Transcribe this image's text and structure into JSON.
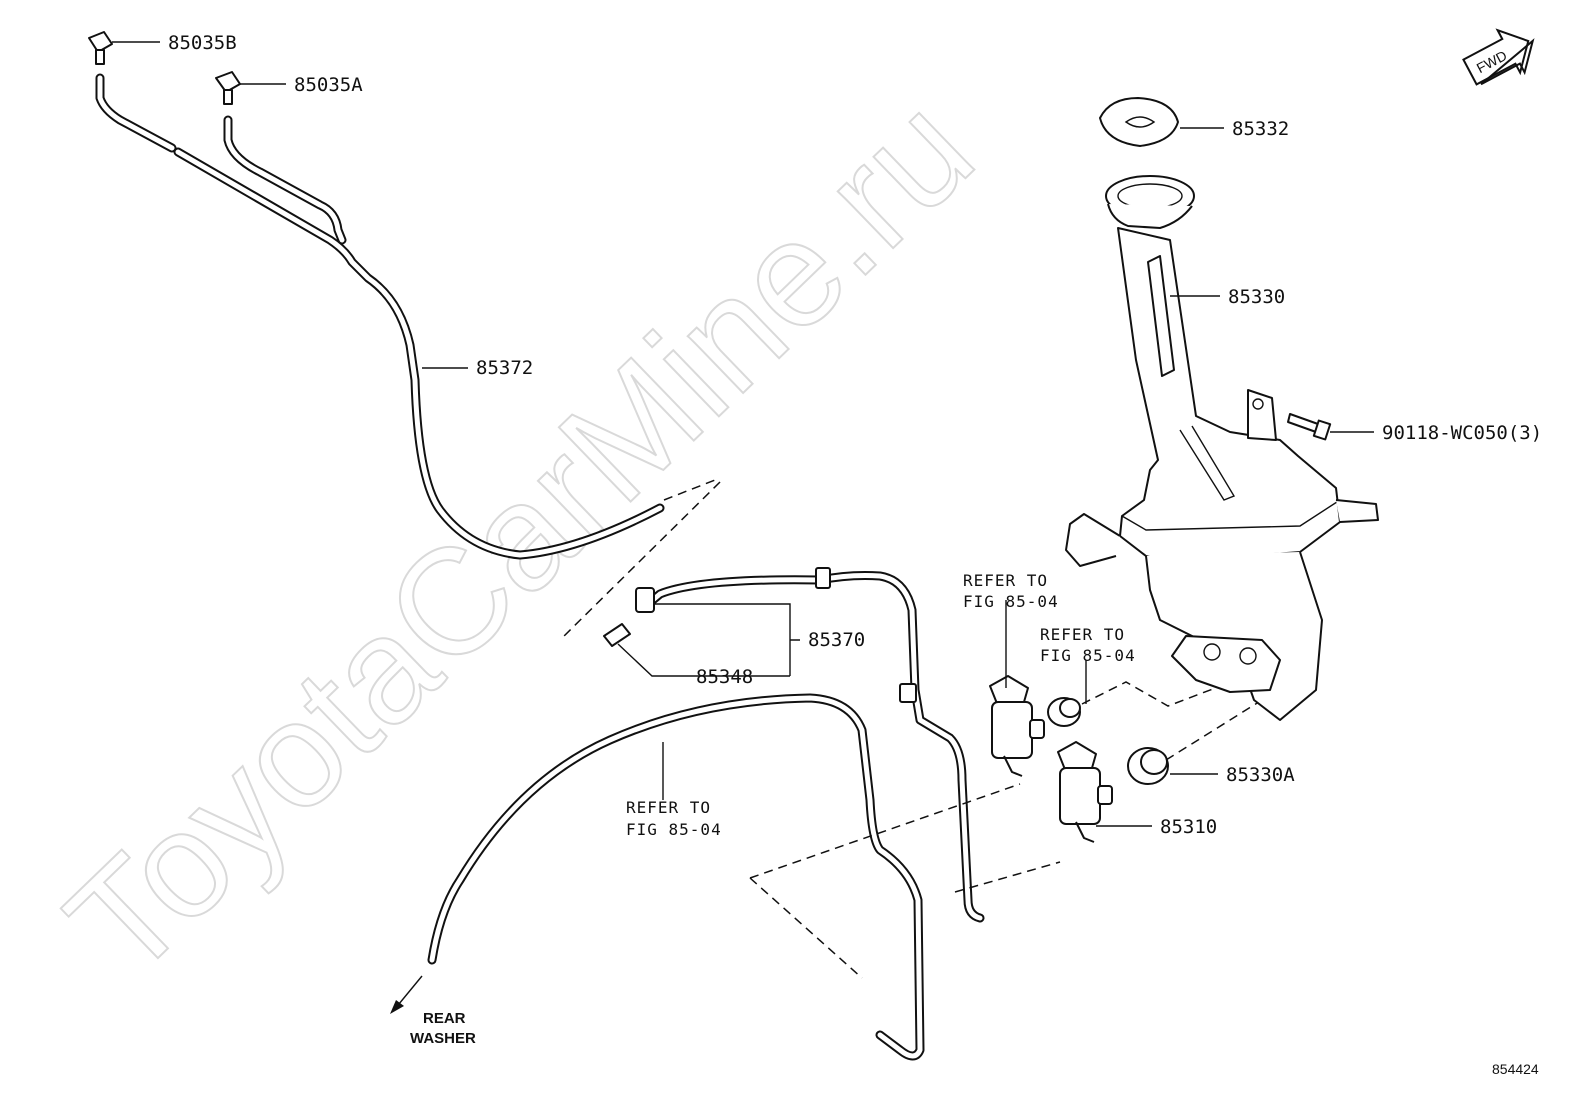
{
  "watermark": "ToyotaCarMine.ru",
  "fwd_badge": "FWD",
  "figure_number": "854424",
  "callouts": {
    "p85035B": "85035B",
    "p85035A": "85035A",
    "p85332": "85332",
    "p85330": "85330",
    "p90118": "90118-WC050(3)",
    "p85372": "85372",
    "p85370": "85370",
    "p85348": "85348",
    "p85330A": "85330A",
    "p85310": "85310"
  },
  "notes": {
    "refer1_line1": "REFER TO",
    "refer1_line2": "FIG 85-04",
    "refer2_line1": "REFER TO",
    "refer2_line2": "FIG 85-04",
    "refer3_line1": "REFER TO",
    "refer3_line2": "FIG 85-04",
    "rear_line1": "REAR",
    "rear_line2": "WASHER"
  }
}
